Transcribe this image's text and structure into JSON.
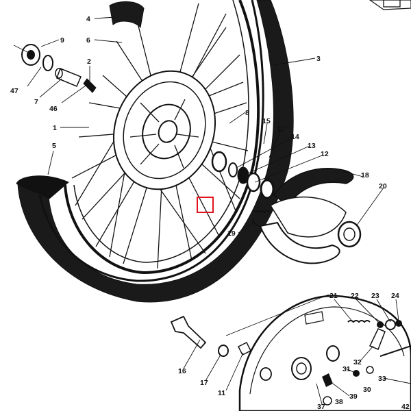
{
  "colors": {
    "ink": "#111111",
    "paper": "#ffffff",
    "highlight": "#e0141e"
  },
  "callouts": [
    {
      "id": "1",
      "text": "1"
    },
    {
      "id": "2",
      "text": "2"
    },
    {
      "id": "3",
      "text": "3"
    },
    {
      "id": "4",
      "text": "4"
    },
    {
      "id": "5",
      "text": "5"
    },
    {
      "id": "6",
      "text": "6"
    },
    {
      "id": "7",
      "text": "7"
    },
    {
      "id": "8",
      "text": "8"
    },
    {
      "id": "9",
      "text": "9"
    },
    {
      "id": "11",
      "text": "11"
    },
    {
      "id": "12a",
      "text": "12"
    },
    {
      "id": "12b",
      "text": "12"
    },
    {
      "id": "13",
      "text": "13"
    },
    {
      "id": "14",
      "text": "14"
    },
    {
      "id": "15",
      "text": "15"
    },
    {
      "id": "16",
      "text": "16"
    },
    {
      "id": "17",
      "text": "17"
    },
    {
      "id": "18",
      "text": "18"
    },
    {
      "id": "19",
      "text": "19"
    },
    {
      "id": "20",
      "text": "20"
    },
    {
      "id": "21",
      "text": "21"
    },
    {
      "id": "22",
      "text": "22"
    },
    {
      "id": "23",
      "text": "23"
    },
    {
      "id": "24",
      "text": "24"
    },
    {
      "id": "30",
      "text": "30"
    },
    {
      "id": "31",
      "text": "31"
    },
    {
      "id": "32",
      "text": "32"
    },
    {
      "id": "33",
      "text": "33"
    },
    {
      "id": "37",
      "text": "37"
    },
    {
      "id": "38",
      "text": "38"
    },
    {
      "id": "39",
      "text": "39"
    },
    {
      "id": "42",
      "text": "42"
    },
    {
      "id": "46",
      "text": "46"
    },
    {
      "id": "47",
      "text": "47"
    }
  ]
}
